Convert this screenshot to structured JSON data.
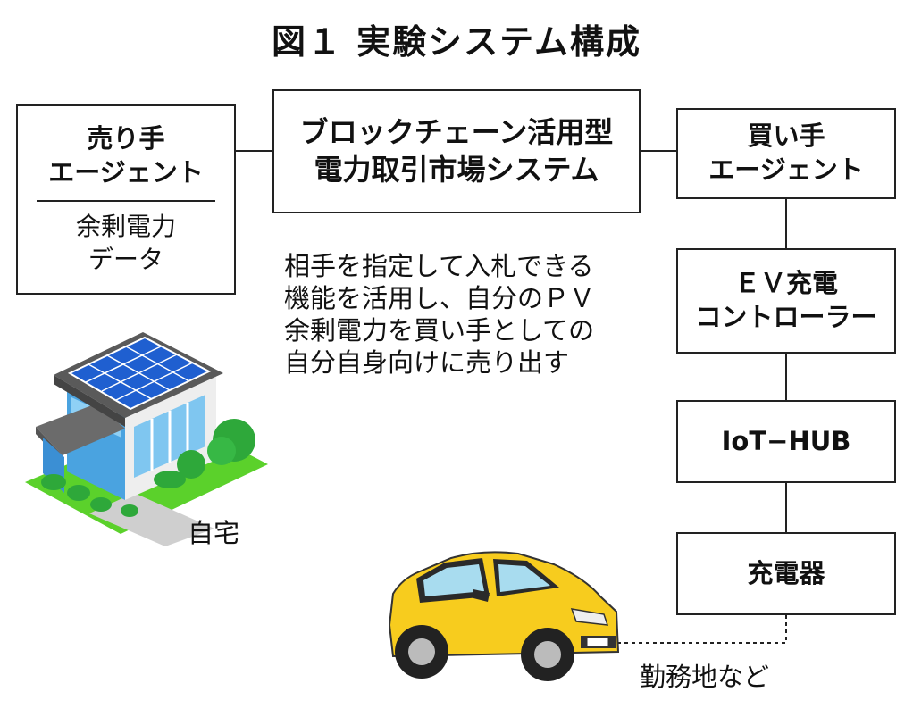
{
  "title": "図１ 実験システム構成",
  "seller_agent": {
    "label_lines": [
      "売り手",
      "エージェント"
    ],
    "data_lines": [
      "余剰電力",
      "データ"
    ]
  },
  "market_system": {
    "label_lines": [
      "ブロックチェーン活用型",
      "電力取引市場システム"
    ]
  },
  "buyer_agent": {
    "label_lines": [
      "買い手",
      "エージェント"
    ]
  },
  "ev_controller": {
    "label_lines": [
      "ＥＶ充電",
      "コントローラー"
    ]
  },
  "iot_hub": {
    "label": "IoT−HUB"
  },
  "charger": {
    "label": "充電器"
  },
  "description_lines": [
    "相手を指定して入札できる",
    "機能を活用し、自分のＰＶ",
    "余剰電力を買い手としての",
    "自分自身向けに売り出す"
  ],
  "home_label": "自宅",
  "workplace_label": "勤務地など",
  "colors": {
    "solar_panel": "#1f5fd0",
    "car_body": "#f7cc1e",
    "lawn": "#5bd12b",
    "tree": "#2ea83a",
    "house_wall_blue": "#4aa3e0",
    "line": "#222222"
  }
}
